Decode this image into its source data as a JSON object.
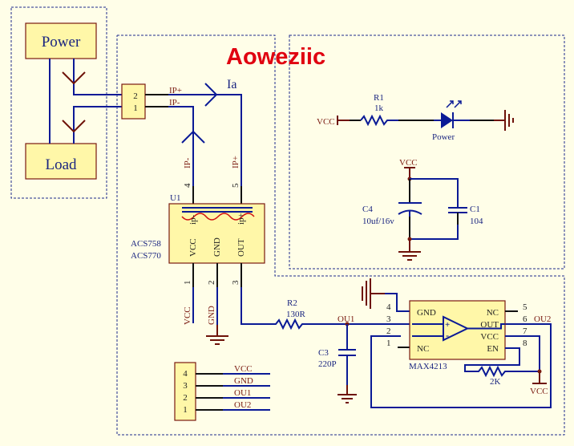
{
  "title": "Aoweziic",
  "blocks": {
    "power": "Power",
    "load": "Load"
  },
  "connector_j1": {
    "pins": [
      "2",
      "1"
    ],
    "nets": [
      "IP+",
      "IP-"
    ],
    "current_label": "Ia"
  },
  "u1": {
    "ref": "U1",
    "part_names": [
      "ACS758",
      "ACS770"
    ],
    "top_pins": [
      {
        "num": "4",
        "net": "IP-",
        "inner": "ip-"
      },
      {
        "num": "5",
        "net": "IP+",
        "inner": "ip+"
      }
    ],
    "bottom_pins": [
      {
        "num": "1",
        "name": "VCC",
        "net": "VCC"
      },
      {
        "num": "2",
        "name": "GND",
        "net": "GND"
      },
      {
        "num": "3",
        "name": "OUT",
        "net": ""
      }
    ]
  },
  "led_circuit": {
    "vcc": "VCC",
    "r1_ref": "R1",
    "r1_value": "1k",
    "led_label": "Power"
  },
  "decoupling": {
    "vcc": "VCC",
    "c4_ref": "C4",
    "c4_value": "10uf/16v",
    "c1_ref": "C1",
    "c1_value": "104"
  },
  "filter": {
    "r2_ref": "R2",
    "r2_value": "130R",
    "net_ou1": "OU1",
    "c3_ref": "C3",
    "c3_value": "220P"
  },
  "max4213": {
    "part": "MAX4213",
    "left_pins": [
      {
        "num": "4",
        "name": "GND"
      },
      {
        "num": "3",
        "name": "+"
      },
      {
        "num": "2",
        "name": "-"
      },
      {
        "num": "1",
        "name": "NC"
      }
    ],
    "right_pins": [
      {
        "num": "5",
        "name": "NC"
      },
      {
        "num": "6",
        "name": "OUT"
      },
      {
        "num": "7",
        "name": "VCC"
      },
      {
        "num": "8",
        "name": "EN"
      }
    ],
    "out_net": "OU2",
    "resistor_value": "2K",
    "vcc": "VCC"
  },
  "header": {
    "pins": [
      {
        "num": "4",
        "net": "VCC"
      },
      {
        "num": "3",
        "net": "GND"
      },
      {
        "num": "2",
        "net": "OU1"
      },
      {
        "num": "1",
        "net": "OU2"
      }
    ]
  }
}
